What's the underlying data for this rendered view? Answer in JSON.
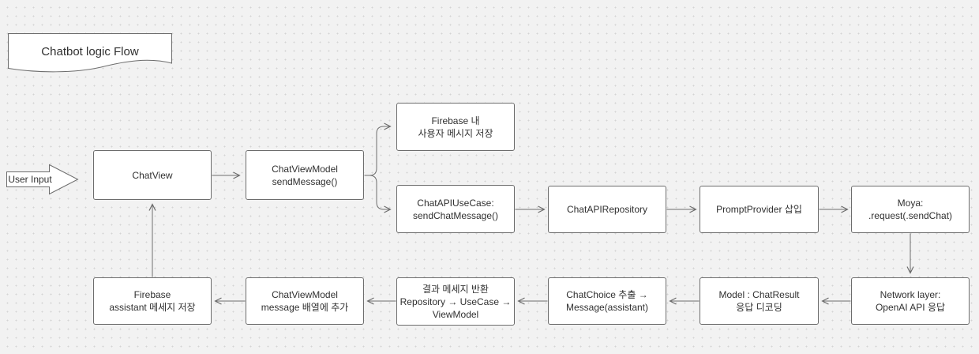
{
  "diagram": {
    "title": "Chatbot logic Flow",
    "user_input": "User Input"
  },
  "nodes": {
    "chatview": {
      "line1": "ChatView"
    },
    "chatviewmodel_send": {
      "line1": "ChatViewModel",
      "line2": "sendMessage()"
    },
    "firebase_user_save": {
      "line1": "Firebase 내",
      "line2": "사용자 메시지 저장"
    },
    "chatapi_usecase": {
      "line1": "ChatAPIUseCase:",
      "line2": "sendChatMessage()"
    },
    "chatapi_repository": {
      "line1": "ChatAPIRepository"
    },
    "prompt_provider": {
      "line1": "PromptProvider 삽입"
    },
    "moya": {
      "line1": "Moya:",
      "line2": ".request(.sendChat)"
    },
    "network_layer": {
      "line1": "Network layer:",
      "line2": "OpenAI API 응답"
    },
    "model_chatresult": {
      "line1": "Model : ChatResult",
      "line2": "응답 디코딩"
    },
    "chatchoice": {
      "line1": "ChatChoice 추출 →",
      "line2": "Message(assistant)"
    },
    "result_return": {
      "line1": "결과 메세지 반환",
      "line2": "Repository → UseCase →",
      "line3": "ViewModel"
    },
    "chatviewmodel_append": {
      "line1": "ChatViewModel",
      "line2": "message 배열에 추가"
    },
    "firebase_assistant_save": {
      "line1": "Firebase",
      "line2": "assistant 메세지 저장"
    }
  },
  "colors": {
    "canvas_background": "#f2f2f2",
    "grid_dot": "#d4d4d4",
    "node_fill": "#ffffff",
    "node_border": "#6d6d6d",
    "connector": "#6d6d6d",
    "text": "#303030"
  }
}
